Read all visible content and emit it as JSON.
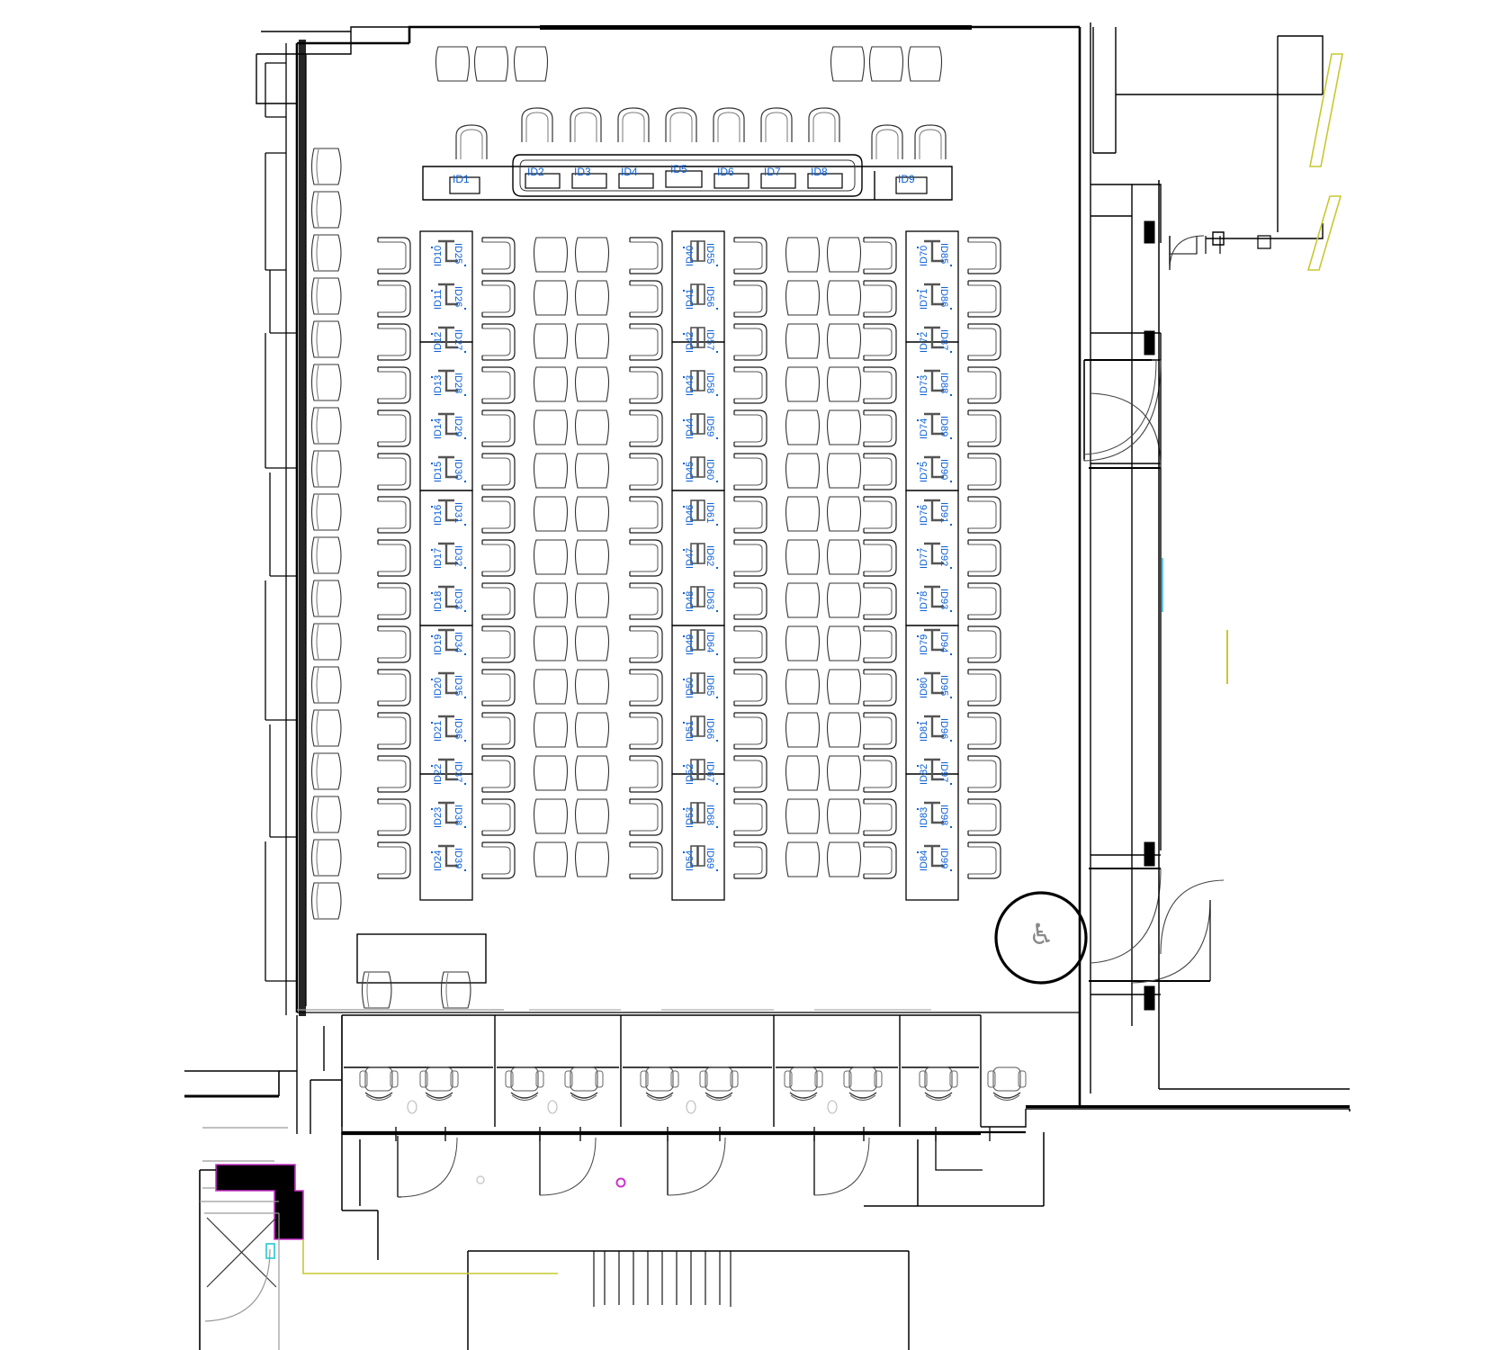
{
  "drawing": {
    "kind": "architectural-floor-plan",
    "subject": "Council chamber seating layout",
    "colors": {
      "line": "#000000",
      "line_light": "#808080",
      "id_text": "#0a5fd6",
      "highlight_magenta": "#cc33cc",
      "highlight_yellow": "#c8c832",
      "highlight_cyan": "#22c8d2",
      "fill_black": "#000000"
    }
  },
  "dais": {
    "name": "council-dais",
    "front_desk_label": "ID1",
    "bench_labels": [
      "ID2",
      "ID3",
      "ID4",
      "ID5",
      "ID6",
      "ID7",
      "ID8"
    ],
    "side_desk_label": "ID9"
  },
  "seating": {
    "column_left": {
      "name": "seat-block-left",
      "rows": [
        {
          "left": "ID10",
          "right": "ID25"
        },
        {
          "left": "ID11",
          "right": "ID26"
        },
        {
          "left": "ID12",
          "right": "ID27"
        },
        {
          "left": "ID13",
          "right": "ID28"
        },
        {
          "left": "ID14",
          "right": "ID29"
        },
        {
          "left": "ID15",
          "right": "ID30"
        },
        {
          "left": "ID16",
          "right": "ID31"
        },
        {
          "left": "ID17",
          "right": "ID32"
        },
        {
          "left": "ID18",
          "right": "ID33"
        },
        {
          "left": "ID19",
          "right": "ID34"
        },
        {
          "left": "ID20",
          "right": "ID35"
        },
        {
          "left": "ID21",
          "right": "ID36"
        },
        {
          "left": "ID22",
          "right": "ID37"
        },
        {
          "left": "ID23",
          "right": "ID38"
        },
        {
          "left": "ID24",
          "right": "ID39"
        }
      ]
    },
    "column_middle": {
      "name": "seat-block-middle",
      "rows": [
        {
          "left": "ID40",
          "right": "ID55"
        },
        {
          "left": "ID41",
          "right": "ID56"
        },
        {
          "left": "ID42",
          "right": "ID57"
        },
        {
          "left": "ID43",
          "right": "ID58"
        },
        {
          "left": "ID44",
          "right": "ID59"
        },
        {
          "left": "ID45",
          "right": "ID60"
        },
        {
          "left": "ID46",
          "right": "ID61"
        },
        {
          "left": "ID47",
          "right": "ID62"
        },
        {
          "left": "ID48",
          "right": "ID63"
        },
        {
          "left": "ID49",
          "right": "ID64"
        },
        {
          "left": "ID50",
          "right": "ID65"
        },
        {
          "left": "ID51",
          "right": "ID66"
        },
        {
          "left": "ID52",
          "right": "ID67"
        },
        {
          "left": "ID53",
          "right": "ID68"
        },
        {
          "left": "ID54",
          "right": "ID69"
        }
      ]
    },
    "column_right": {
      "name": "seat-block-right",
      "rows": [
        {
          "left": "ID70",
          "right": "ID85"
        },
        {
          "left": "ID71",
          "right": "ID86"
        },
        {
          "left": "ID72",
          "right": "ID87"
        },
        {
          "left": "ID73",
          "right": "ID88"
        },
        {
          "left": "ID74",
          "right": "ID89"
        },
        {
          "left": "ID75",
          "right": "ID90"
        },
        {
          "left": "ID76",
          "right": "ID91"
        },
        {
          "left": "ID77",
          "right": "ID92"
        },
        {
          "left": "ID78",
          "right": "ID93"
        },
        {
          "left": "ID79",
          "right": "ID94"
        },
        {
          "left": "ID80",
          "right": "ID95"
        },
        {
          "left": "ID81",
          "right": "ID96"
        },
        {
          "left": "ID82",
          "right": "ID97"
        },
        {
          "left": "ID83",
          "right": "ID98"
        },
        {
          "left": "ID84",
          "right": "ID99"
        }
      ]
    }
  },
  "symbols": {
    "accessible": {
      "name": "wheelchair-accessible-symbol",
      "glyph": "♿"
    }
  }
}
